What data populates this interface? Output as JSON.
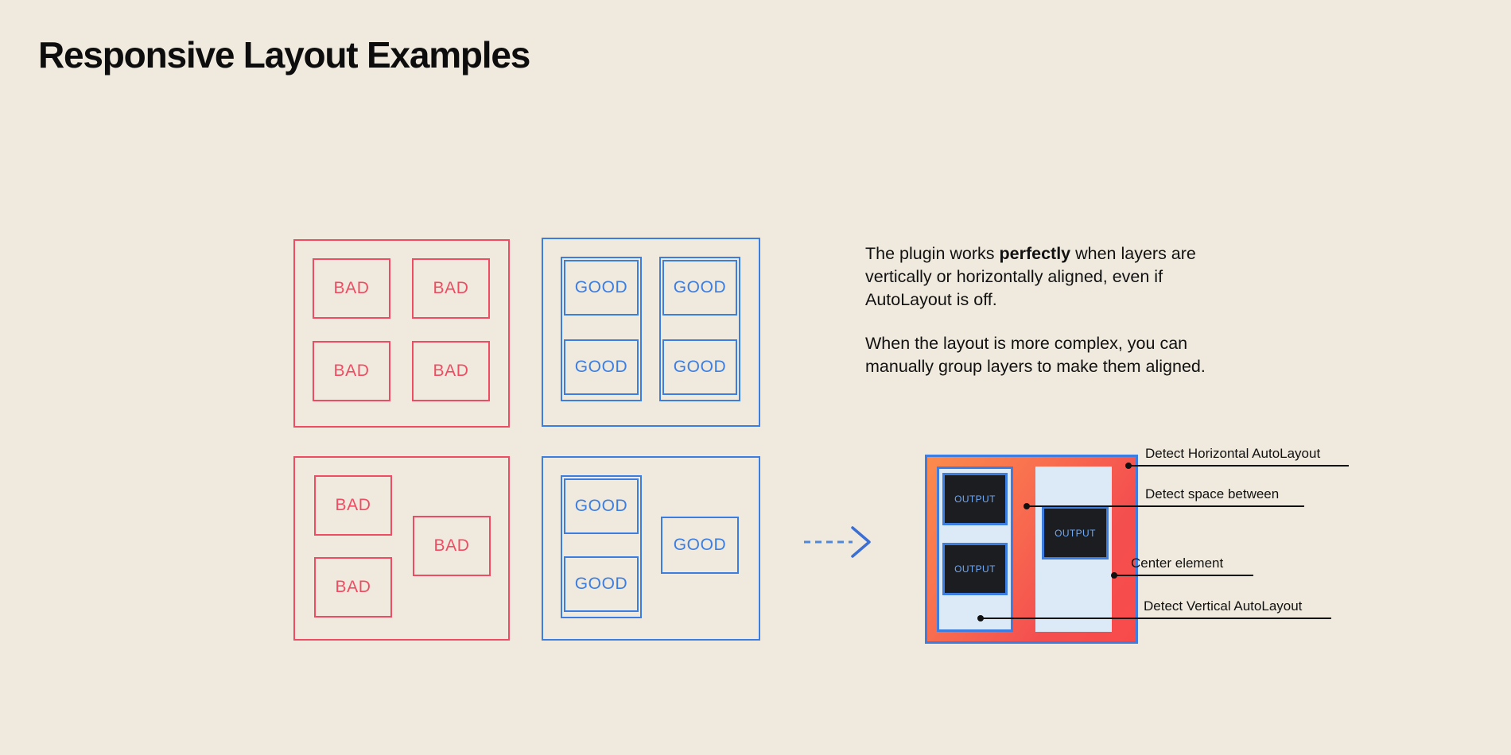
{
  "page": {
    "title": "Responsive Layout Examples",
    "background_color": "#f0eade",
    "bad_color": "#ef4b62",
    "good_color": "#3b7de0",
    "text_color": "#111111"
  },
  "examples": [
    {
      "id": "bad-grid",
      "kind": "bad",
      "cells": [
        {
          "label": "BAD"
        },
        {
          "label": "BAD"
        },
        {
          "label": "BAD"
        },
        {
          "label": "BAD"
        }
      ]
    },
    {
      "id": "good-grid",
      "kind": "good",
      "cells": [
        {
          "label": "GOOD"
        },
        {
          "label": "GOOD"
        },
        {
          "label": "GOOD"
        },
        {
          "label": "GOOD"
        }
      ]
    },
    {
      "id": "bad-complex",
      "kind": "bad",
      "cells": [
        {
          "label": "BAD"
        },
        {
          "label": "BAD"
        },
        {
          "label": "BAD"
        }
      ]
    },
    {
      "id": "good-complex",
      "kind": "good",
      "cells": [
        {
          "label": "GOOD"
        },
        {
          "label": "GOOD"
        },
        {
          "label": "GOOD"
        }
      ]
    }
  ],
  "arrow": {
    "icon": "dashed-arrow-right-icon",
    "color": "#3b7de0",
    "style": "dashed"
  },
  "description": {
    "paragraph1_part1": "The plugin works ",
    "paragraph1_bold": "perfectly",
    "paragraph1_part2": " when layers are vertically or horizontally aligned, even if AutoLayout is off.",
    "paragraph2": "When the layout is more complex, you can manually group layers to make them aligned."
  },
  "diagram": {
    "border_color": "#3b7de0",
    "fill_gradient_from": "#fb8b4c",
    "fill_gradient_to": "#f94a4a",
    "column_color": "#dceaf8",
    "output_boxes": [
      {
        "label": "OUTPUT"
      },
      {
        "label": "OUTPUT"
      },
      {
        "label": "OUTPUT"
      }
    ],
    "annotations": [
      {
        "label": "Detect Horizontal AutoLayout"
      },
      {
        "label": "Detect space between"
      },
      {
        "label": "Center element"
      },
      {
        "label": "Detect Vertical AutoLayout"
      }
    ]
  }
}
